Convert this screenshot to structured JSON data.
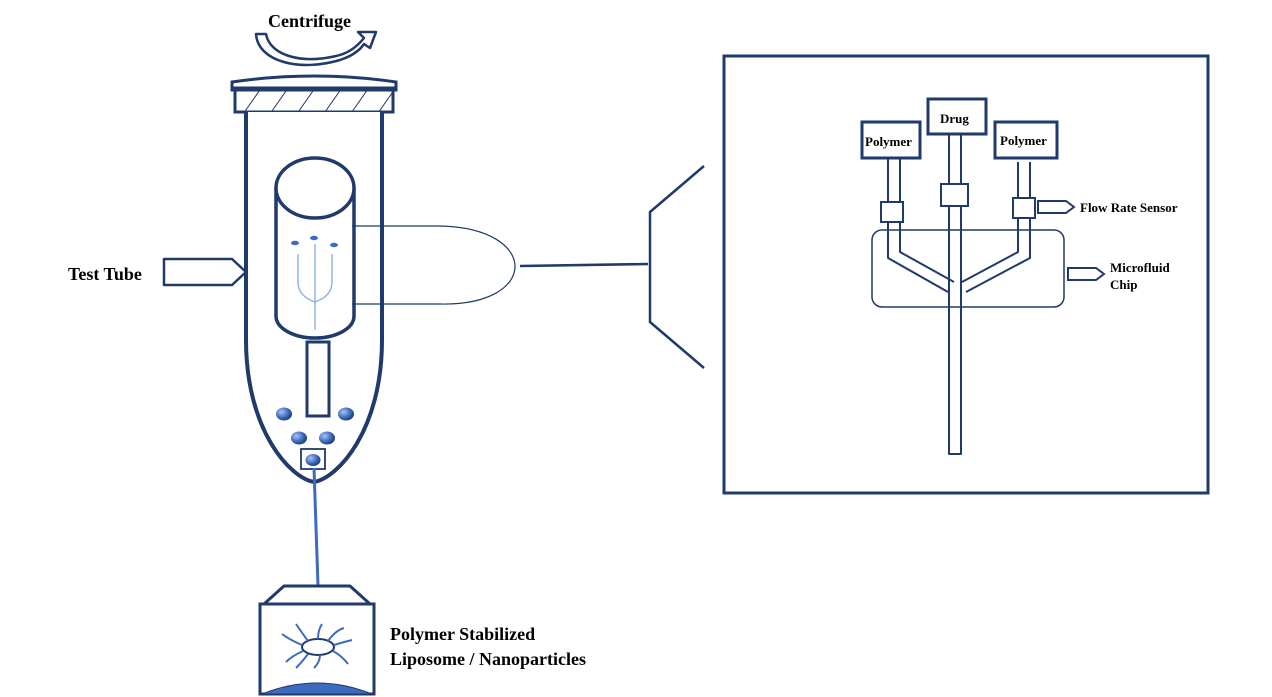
{
  "labels": {
    "centrifuge": "Centrifuge",
    "test_tube": "Test Tube",
    "product_line1": "Polymer Stabilized",
    "product_line2": "Liposome / Nanoparticles",
    "polymer_left": "Polymer",
    "drug": "Drug",
    "polymer_right": "Polymer",
    "flow_rate_sensor": "Flow Rate Sensor",
    "microfluid_line1": "Microfluid",
    "microfluid_line2": "Chip"
  },
  "colors": {
    "outline": "#1f3a6b",
    "accent_blue": "#3d6bbf",
    "light_blue": "#8fb0e0",
    "text": "#000000"
  }
}
